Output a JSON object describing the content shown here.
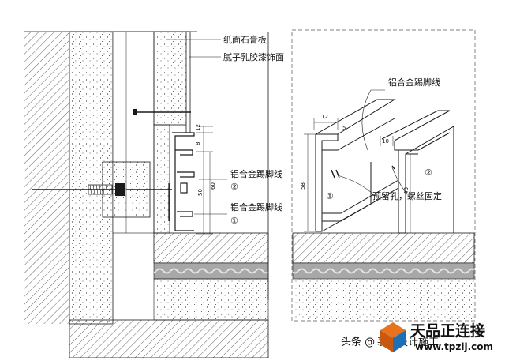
{
  "left_detail": {
    "callouts": {
      "gypsum_board": "纸面石膏板",
      "putty_latex_finish": "腻子乳胶漆饰面",
      "skirting_upper": "铝合金踢脚线",
      "skirting_upper_num": "②",
      "skirting_lower": "铝合金踢脚线",
      "skirting_lower_num": "①"
    },
    "dimensions": {
      "d12": "12",
      "d8": "8",
      "d50": "50",
      "d60": "60"
    }
  },
  "right_detail": {
    "callouts": {
      "skirting_top": "铝合金踢脚线",
      "reserved_hole": "预留孔，螺丝固定",
      "profile_1": "①",
      "profile_2": "②"
    },
    "dimensions": {
      "d12": "12",
      "d10": "10",
      "d5": "5",
      "d58": "58",
      "d48": "48"
    }
  },
  "watermark": {
    "source_label": "头条 @",
    "source_name": "装修设计施工",
    "brand_cn": "天品正连接",
    "brand_url": "www.tpzlj.com"
  },
  "colors": {
    "line": "#1a1a1a",
    "gray_panel": "#a8a8a8",
    "logo_orange": "#e8731c",
    "logo_blue": "#1f6fb5"
  }
}
